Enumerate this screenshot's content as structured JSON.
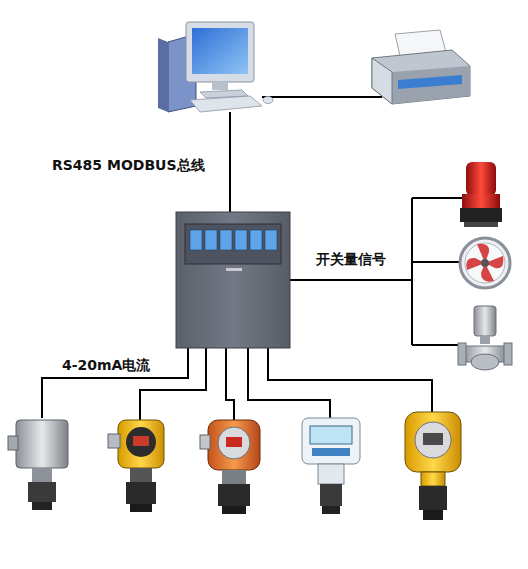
{
  "diagram": {
    "labels": [
      "RS485 MODBUS总线",
      "开关量信号",
      "4-20mA电流"
    ]
  }
}
